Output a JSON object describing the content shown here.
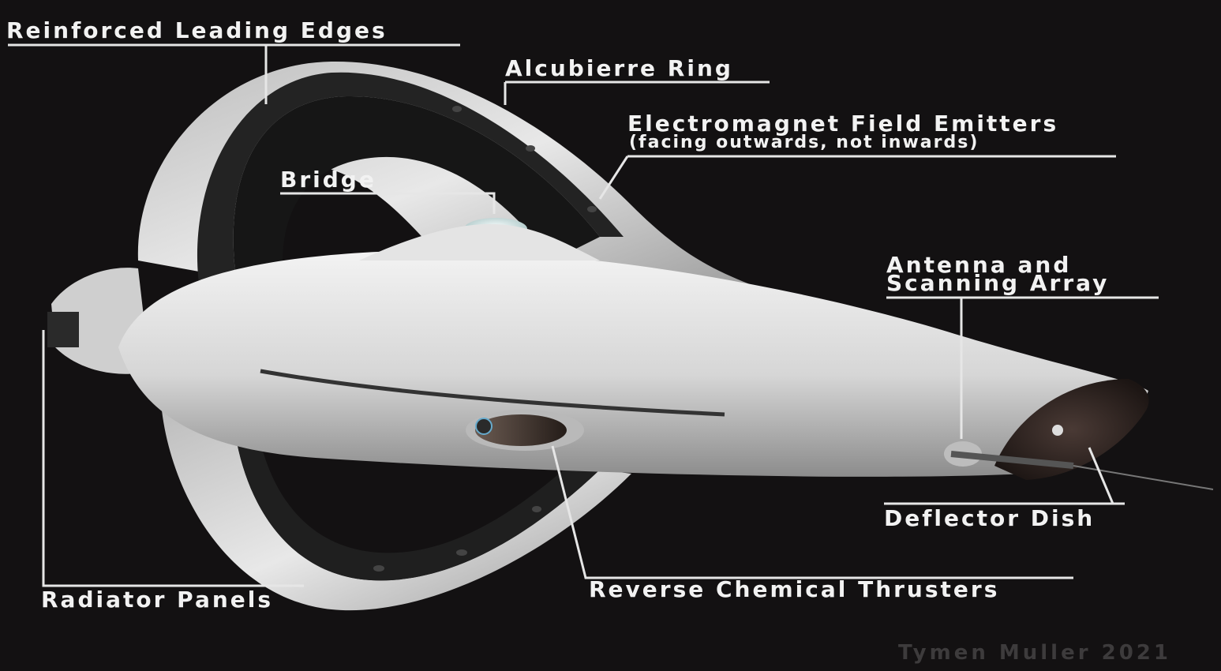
{
  "labels": {
    "reinforced_leading_edges": "Reinforced Leading Edges",
    "alcubierre_ring": "Alcubierre Ring",
    "electromagnet_field_emitters": "Electromagnet Field Emitters",
    "electromagnet_note": "(facing outwards, not inwards)",
    "bridge": "Bridge",
    "antenna_line1": "Antenna and",
    "antenna_line2": "Scanning Array",
    "deflector_dish": "Deflector Dish",
    "reverse_chemical_thrusters": "Reverse Chemical Thrusters",
    "radiator_panels": "Radiator Panels"
  },
  "credit": "Tymen Muller 2021",
  "colors": {
    "background": "#131112",
    "hull": "#d9d9d9",
    "ring_inner": "#2b2b2b",
    "label_text": "#f2f2f2",
    "leader_line": "#e6e6e6",
    "credit_text": "#3d3b3c"
  }
}
